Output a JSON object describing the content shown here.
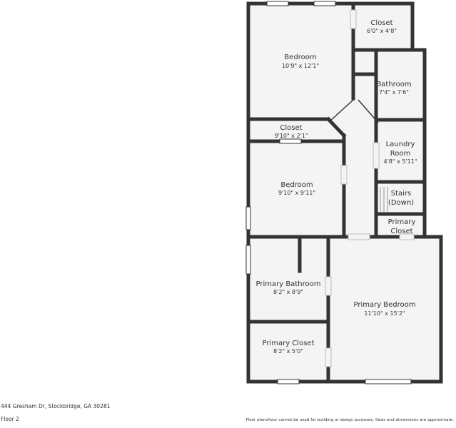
{
  "rooms": {
    "bedroom_1": {
      "name": "Bedroom",
      "dims": "10'9\" x 12'1\""
    },
    "closet_1": {
      "name": "Closet",
      "dims": "6'0\" x 4'8\""
    },
    "bathroom": {
      "name": "Bathroom",
      "dims": "7'4\" x 7'6\""
    },
    "closet_2": {
      "name": "Closet",
      "dims": "9'10\" x 2'1\""
    },
    "laundry": {
      "name_line1": "Laundry",
      "name_line2": "Room",
      "dims": "4'8\" x 5'11\""
    },
    "bedroom_2": {
      "name": "Bedroom",
      "dims": "9'10\" x 9'11\""
    },
    "stairs": {
      "line1": "Stairs",
      "line2": "(Down)"
    },
    "primary_closet_small": {
      "line1": "Primary",
      "line2": "Closet"
    },
    "primary_bathroom": {
      "name": "Primary Bathroom",
      "dims": "8'2\" x 8'9\""
    },
    "primary_bedroom": {
      "name": "Primary Bedroom",
      "dims": "11'10\" x 15'2\""
    },
    "primary_closet": {
      "name": "Primary Closet",
      "dims": "8'2\" x 5'0\""
    }
  },
  "footer": {
    "address": "444 Gresham Dr, Stockbridge, GA 30281",
    "floor": "Floor 2",
    "disclaimer": "Floor plans/tour cannot be used for building or design purposes. Sizes and dimensions are approximate."
  }
}
